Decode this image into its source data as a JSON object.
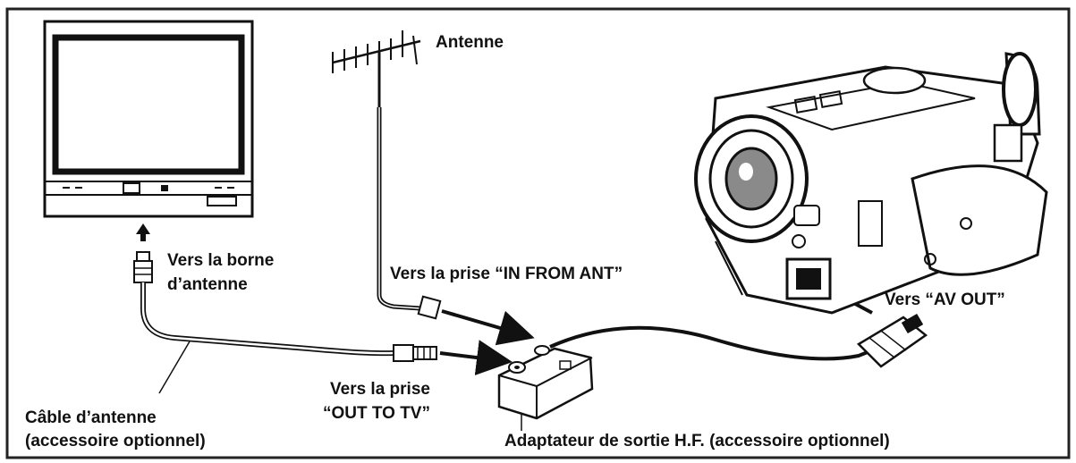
{
  "labels": {
    "antenna": "Antenne",
    "tv_terminal_line1": "Vers la borne",
    "tv_terminal_line2": "d’antenne",
    "in_from_ant": "Vers la prise “IN FROM ANT”",
    "av_out": "Vers “AV OUT”",
    "out_to_tv_line1": "Vers la prise",
    "out_to_tv_line2": "“OUT TO TV”",
    "cable_line1": "Câble d’antenne",
    "cable_line2": "(accessoire optionnel)",
    "adapter": "Adaptateur de sortie H.F. (accessoire optionnel)"
  },
  "colors": {
    "ink": "#111111",
    "frame": "#222222",
    "paper": "#ffffff",
    "shade": "#8a8a8a"
  },
  "icons": [
    "television-icon",
    "antenna-icon",
    "camcorder-icon",
    "rf-adapter-icon",
    "antenna-cable-icon",
    "up-arrow-icon"
  ]
}
